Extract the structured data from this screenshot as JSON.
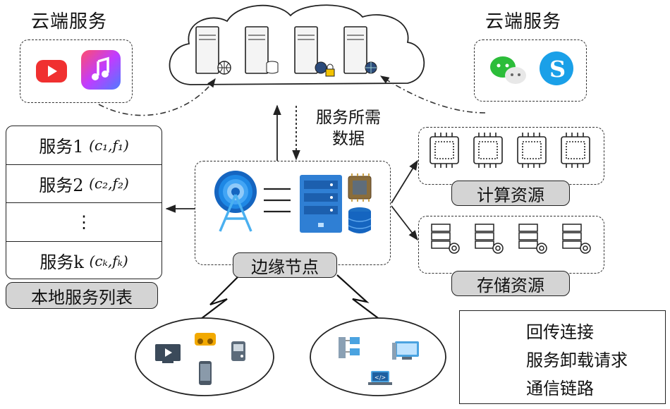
{
  "cloud_left": {
    "title": "云端服务",
    "apps": [
      "youtube-app-icon",
      "music-app-icon"
    ]
  },
  "cloud_right": {
    "title": "云端服务",
    "apps": [
      "wechat-app-icon",
      "skype-app-icon"
    ]
  },
  "cloud": {
    "servers": [
      "server-globe",
      "server-database",
      "server-globe-lock",
      "server-globe"
    ]
  },
  "data_note": {
    "line1": "服务所需",
    "line2": "数据"
  },
  "service_list": {
    "rows": [
      {
        "label": "服务1",
        "params": "(c₁,f₁)"
      },
      {
        "label": "服务2",
        "params": "(c₂,f₂)"
      },
      {
        "label": "⋮",
        "params": ""
      },
      {
        "label": "服务k",
        "params": "(cₖ,fₖ)"
      }
    ],
    "caption": "本地服务列表"
  },
  "edge_node": {
    "label": "边缘节点"
  },
  "compute": {
    "label": "计算资源",
    "count": 4
  },
  "storage": {
    "label": "存储资源",
    "count": 4
  },
  "legend": {
    "items": [
      {
        "kind": "dotted-arrow",
        "label": "回传连接"
      },
      {
        "kind": "solid-arrow",
        "label": "服务卸载请求"
      },
      {
        "kind": "lightning",
        "label": "通信链路"
      }
    ]
  },
  "colors": {
    "box_fill": "#d4d4d4",
    "accent_blue": "#1e7fd6",
    "stroke": "#222222"
  }
}
